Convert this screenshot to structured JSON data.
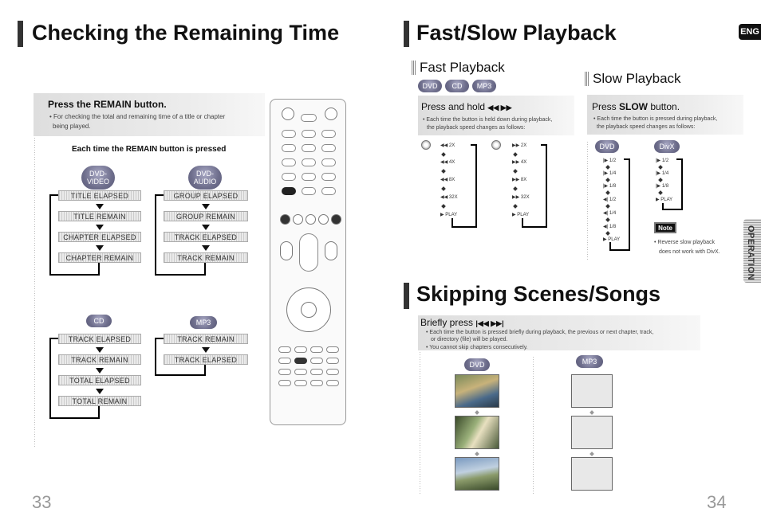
{
  "left": {
    "title": "Checking the Remaining Time",
    "instruction": {
      "heading": "Press the REMAIN button.",
      "text1": "• For checking the total and remaining time of a title or chapter",
      "text2": "being played."
    },
    "each_time": "Each time the REMAIN button is pressed",
    "badges": {
      "dvd_video1": "DVD-",
      "dvd_video2": "VIDEO",
      "dvd_audio1": "DVD-",
      "dvd_audio2": "AUDIO",
      "cd": "CD",
      "mp3": "MP3"
    },
    "dvd_video_steps": [
      "TITLE ELAPSED",
      "TITLE REMAIN",
      "CHAPTER ELAPSED",
      "CHAPTER REMAIN"
    ],
    "dvd_audio_steps": [
      "GROUP ELAPSED",
      "GROUP REMAIN",
      "TRACK ELAPSED",
      "TRACK REMAIN"
    ],
    "cd_steps": [
      "TRACK ELAPSED",
      "TRACK REMAIN",
      "TOTAL ELAPSED",
      "TOTAL REMAIN"
    ],
    "mp3_steps": [
      "TRACK REMAIN",
      "TRACK ELAPSED"
    ],
    "page_number": "33"
  },
  "right": {
    "title": "Fast/Slow Playback",
    "eng_tab": "ENG",
    "side_tab": "OPERATION",
    "fast": {
      "heading": "Fast Playback",
      "badges": [
        "DVD",
        "CD",
        "MP3"
      ],
      "press": "Press and hold",
      "desc1": "• Each time the button is held down during playback,",
      "desc2": "the playback speed changes as follows:",
      "col1": [
        "2X",
        "4X",
        "8X",
        "32X",
        "PLAY"
      ],
      "col2": [
        "2X",
        "4X",
        "8X",
        "32X",
        "PLAY"
      ]
    },
    "slow": {
      "heading": "Slow Playback",
      "press_prefix": "Press ",
      "press_key": "SLOW",
      "press_suffix": " button.",
      "desc1": "• Each time the button is pressed during playback,",
      "desc2": "the playback speed changes as follows:",
      "badges": [
        "DVD",
        "DivX"
      ],
      "dvd_col": [
        "1/2",
        "1/4",
        "1/8",
        "1/2",
        "1/4",
        "1/8",
        "PLAY"
      ],
      "divx_col": [
        "1/2",
        "1/4",
        "1/8",
        "PLAY"
      ],
      "note_label": "Note",
      "note1": "• Reverse slow playback",
      "note2": "does not work with DivX."
    },
    "skip": {
      "title": "Skipping Scenes/Songs",
      "press": "Briefly press",
      "desc1": "• Each time the button is pressed briefly during playback, the previous or next chapter, track,",
      "desc2": "or directory (file) will be played.",
      "desc3": "• You cannot skip chapters consecutively.",
      "badges": [
        "DVD",
        "MP3"
      ]
    },
    "page_number": "34"
  },
  "colors": {
    "badge": "#6e6e8c",
    "heading_bar": "#333333",
    "text": "#111111"
  }
}
